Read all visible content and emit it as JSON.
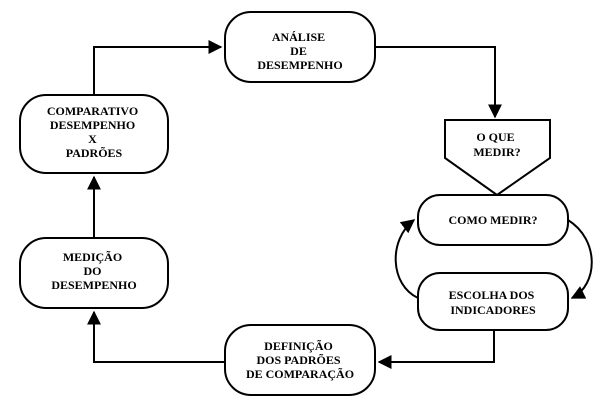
{
  "colors": {
    "stroke": "#000000",
    "fill": "#ffffff",
    "text": "#000000"
  },
  "nodes": {
    "analise": {
      "lines": [
        "ANÁLISE",
        "DE",
        "DESEMPENHO"
      ]
    },
    "o_que_medir": {
      "lines": [
        "O QUE",
        "MEDIR?"
      ]
    },
    "como_medir": {
      "lines": [
        "COMO MEDIR?"
      ]
    },
    "escolha": {
      "lines": [
        "ESCOLHA DOS",
        "INDICADORES"
      ]
    },
    "definicao": {
      "lines": [
        "DEFINIÇÃO",
        "DOS PADRÕES",
        "DE COMPARAÇÃO"
      ]
    },
    "medicao": {
      "lines": [
        "MEDIÇÃO",
        "DO",
        "DESEMPENHO"
      ]
    },
    "comparativo": {
      "lines": [
        "COMPARATIVO",
        "DESEMPENHO",
        "X",
        "PADRÕES"
      ]
    }
  }
}
